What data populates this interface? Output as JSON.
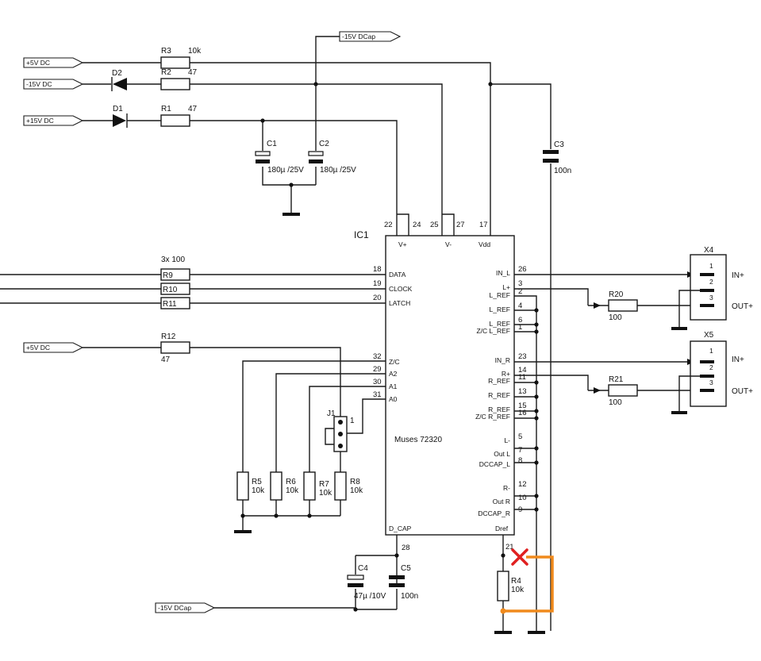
{
  "ports": {
    "p5v_top": "+5V DC",
    "m15v": "-15V DC",
    "p15v": "+15V DC",
    "m15v_dcap_top": "-15V DCap",
    "p5v_mid": "+5V DC",
    "m15v_dcap_bot": "-15V DCap"
  },
  "parts": {
    "r3": {
      "ref": "R3",
      "value": "10k"
    },
    "r2": {
      "ref": "R2",
      "value": "47"
    },
    "r1": {
      "ref": "R1",
      "value": "47"
    },
    "d1": "D1",
    "d2": "D2",
    "c1": {
      "ref": "C1",
      "value": "180µ /25V"
    },
    "c2": {
      "ref": "C2",
      "value": "180µ /25V"
    },
    "c3": {
      "ref": "C3",
      "value": "100n"
    },
    "c4": {
      "ref": "C4",
      "value": "47µ /10V"
    },
    "c5": {
      "ref": "C5",
      "value": "100n"
    },
    "r_array": "3x 100",
    "r9": "R9",
    "r10": "R10",
    "r11": "R11",
    "r12": {
      "ref": "R12",
      "value": "47"
    },
    "r5": {
      "ref": "R5",
      "value": "10k"
    },
    "r6": {
      "ref": "R6",
      "value": "10k"
    },
    "r7": {
      "ref": "R7",
      "value": "10k"
    },
    "r8": {
      "ref": "R8",
      "value": "10k"
    },
    "r4": {
      "ref": "R4",
      "value": "10k"
    },
    "r20": {
      "ref": "R20",
      "value": "100"
    },
    "r21": {
      "ref": "R21",
      "value": "100"
    },
    "j1": {
      "ref": "J1",
      "pin": "1"
    },
    "x4": {
      "ref": "X4",
      "p1": "1",
      "p2": "2",
      "p3": "3",
      "in": "IN+",
      "out": "OUT+"
    },
    "x5": {
      "ref": "X5",
      "p1": "1",
      "p2": "2",
      "p3": "3",
      "in": "IN+",
      "out": "OUT+"
    }
  },
  "ic": {
    "ref": "IC1",
    "name": "Muses 72320",
    "top_pins": {
      "p22": "22",
      "p24": "24",
      "p25": "25",
      "p27": "27",
      "p17": "17"
    },
    "top_labels": {
      "vplus": "V+",
      "vminus": "V-",
      "vdd": "Vdd"
    },
    "left": [
      {
        "num": "18",
        "sig": "DATA"
      },
      {
        "num": "19",
        "sig": "CLOCK"
      },
      {
        "num": "20",
        "sig": "LATCH"
      },
      {
        "num": "32",
        "sig": "Z/C"
      },
      {
        "num": "29",
        "sig": "A2"
      },
      {
        "num": "30",
        "sig": "A1"
      },
      {
        "num": "31",
        "sig": "A0"
      }
    ],
    "right": [
      {
        "num": "26",
        "sig": "IN_L"
      },
      {
        "num": "3",
        "sig": "L+"
      },
      {
        "num": "2",
        "sig": "L_REF"
      },
      {
        "num": "4",
        "sig": "L_REF"
      },
      {
        "num": "6",
        "sig": "L_REF"
      },
      {
        "num": "1",
        "sig": "Z/C L_REF"
      },
      {
        "num": "23",
        "sig": "IN_R"
      },
      {
        "num": "14",
        "sig": "R+"
      },
      {
        "num": "11",
        "sig": "R_REF"
      },
      {
        "num": "13",
        "sig": "R_REF"
      },
      {
        "num": "15",
        "sig": "R_REF"
      },
      {
        "num": "16",
        "sig": "Z/C R_REF"
      },
      {
        "num": "5",
        "sig": "L-"
      },
      {
        "num": "7",
        "sig": "Out L"
      },
      {
        "num": "8",
        "sig": "DCCAP_L"
      },
      {
        "num": "12",
        "sig": "R-"
      },
      {
        "num": "10",
        "sig": "Out R"
      },
      {
        "num": "9",
        "sig": "DCCAP_R"
      }
    ],
    "bottom": {
      "dcap": "D_CAP",
      "dref": "Dref",
      "p28": "28",
      "p21": "21"
    }
  },
  "colors": {
    "highlight": "#f08a1c",
    "cross": "#e02020"
  }
}
